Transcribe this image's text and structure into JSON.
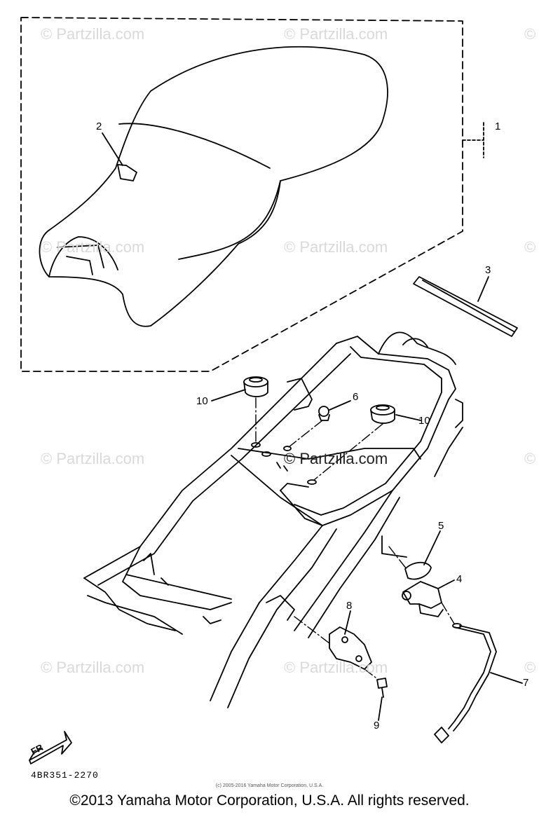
{
  "watermarks": [
    "© Partzilla.com",
    "© Partzilla.com",
    "©",
    "© Partzilla.com",
    "© Partzilla.com",
    "©",
    "© Partzilla.com",
    "© Partzilla.com",
    "©",
    "© Partzilla.com",
    "© Partzilla.com",
    "©"
  ],
  "callouts": [
    "1",
    "2",
    "3",
    "4",
    "5",
    "6",
    "7",
    "8",
    "9",
    "10",
    "10"
  ],
  "fr_mark": "FR",
  "diagram_code": "4BR351-2270",
  "small_copyright": "(c) 2005-2016 Yamaha Motor Corporation, U.S.A.",
  "main_copyright": "©2013 Yamaha Motor Corporation, U.S.A. All rights reserved."
}
